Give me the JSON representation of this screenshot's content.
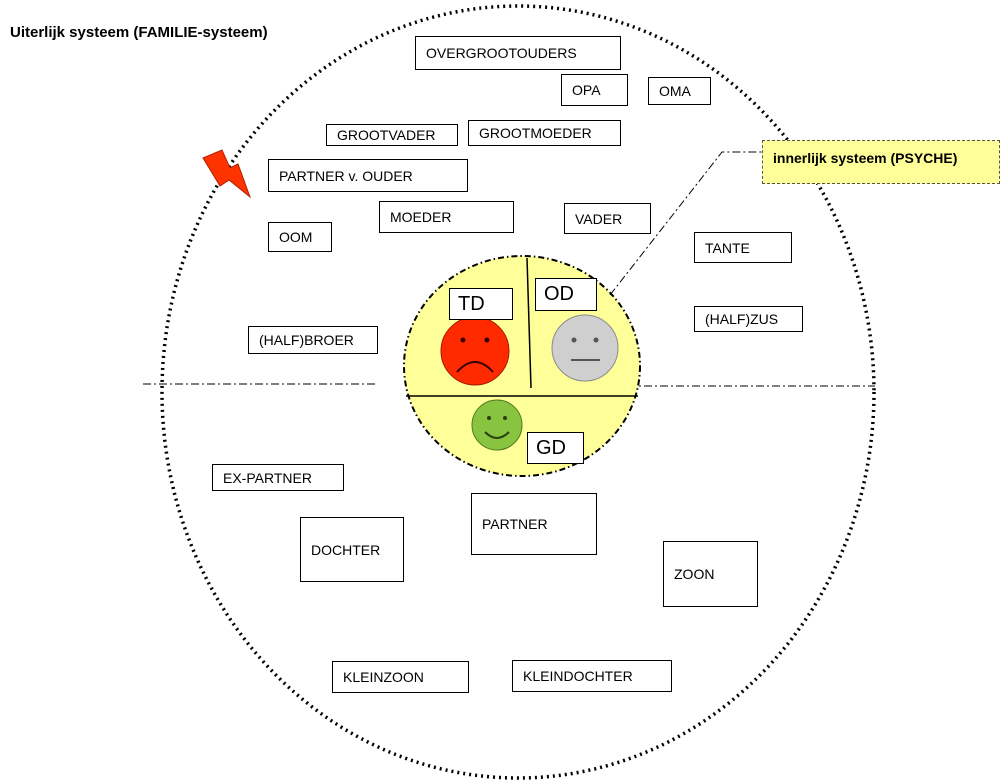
{
  "title": "Uiterlijk systeem (FAMILIE-systeem)",
  "callout": "innerlijk systeem (PSYCHE)",
  "colors": {
    "psyche_fill": "#ffff99",
    "sad_face": "#ff2a00",
    "neutral_face": "#cfcfcf",
    "happy_face": "#88c440",
    "lightning": "#ff3300"
  },
  "family": {
    "overgrootouders": "OVERGROOTOUDERS",
    "opa": "OPA",
    "oma": "OMA",
    "grootvader": "GROOTVADER",
    "grootmoeder": "GROOTMOEDER",
    "partner_ouder": "PARTNER v. OUDER",
    "moeder": "MOEDER",
    "vader": "VADER",
    "oom": "OOM",
    "tante": "TANTE",
    "halfbroer": "(HALF)BROER",
    "halfzus": "(HALF)ZUS",
    "ex_partner": "EX-PARTNER",
    "partner": "PARTNER",
    "dochter": "DOCHTER",
    "zoon": "ZOON",
    "kleinzoon": "KLEINZOON",
    "kleindochter": "KLEINDOCHTER"
  },
  "psyche": {
    "td": "TD",
    "od": "OD",
    "gd": "GD"
  }
}
